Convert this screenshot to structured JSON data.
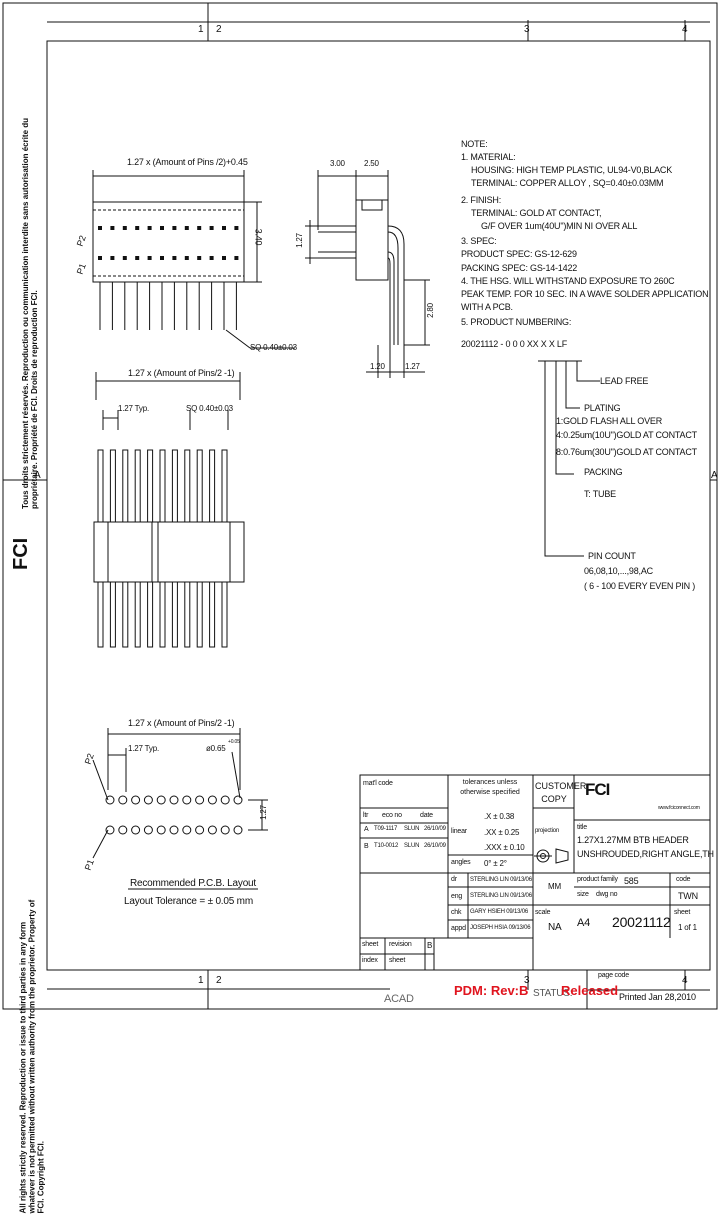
{
  "frame": {
    "zones_top": [
      "1",
      "2",
      "3",
      "4"
    ],
    "zones_bottom": [
      "1",
      "2",
      "3",
      "4"
    ],
    "side_letter": "A"
  },
  "left_margin": {
    "copyright": "All rights strictly reserved. Reproduction or issue to third parties in any form whatever is not permitted without written authority from the proprietor. Property of FCI. Copyright FCI.",
    "copyright_fr": "Tous droits strictement réservés. Reproduction ou communication interdite sans autorisation écrite du propriétaire. Propriété de FCI. Droits de reproduction FCI.",
    "logo": "FCI"
  },
  "top_view": {
    "dim_length": "1.27 x (Amount of Pins /2)+0.45",
    "dim_height": "3.40",
    "label_pin2": "P2",
    "label_pin1": "P1",
    "dim_sq": "SQ 0.40±0.03"
  },
  "side_view": {
    "dim_300": "3.00",
    "dim_250": "2.50",
    "dim_127": "1.27",
    "dim_280": "2.80",
    "dim_120": "1.20",
    "dim_127b": "1.27"
  },
  "front_view": {
    "dim_length": "1.27 x (Amount of Pins/2 -1)",
    "dim_pitch": "1.27 Typ.",
    "dim_sq": "SQ 0.40±0.03"
  },
  "pcb_layout": {
    "dim_length": "1.27 x (Amount of Pins/2 -1)",
    "dim_pitch": "1.27 Typ.",
    "dim_hole": "ø0.65",
    "dim_hole_tol": "+0.05",
    "dim_row": "1.27",
    "label_pin2": "P2",
    "label_pin1": "P1",
    "caption_title": "Recommended P.C.B. Layout",
    "caption_tol": "Layout Tolerance = ± 0.05 mm"
  },
  "notes": [
    "NOTE:",
    "1. MATERIAL:",
    "HOUSING: HIGH TEMP PLASTIC, UL94-V0,BLACK",
    "TERMINAL: COPPER ALLOY , SQ=0.40±0.03MM",
    "2. FINISH:",
    "TERMINAL: GOLD AT CONTACT,",
    "G/F OVER 1um(40U\")MIN NI OVER ALL",
    "3. SPEC:",
    "PRODUCT SPEC: GS-12-629",
    "PACKING SPEC: GS-14-1422",
    "4. THE HSG. WILL WITHSTAND EXPOSURE TO 260C",
    "PEAK TEMP. FOR 10 SEC. IN A WAVE SOLDER APPLICATION",
    "WITH A PCB.",
    "5. PRODUCT NUMBERING:",
    "20021112 - 0 0 0 XX X X LF"
  ],
  "numbering": {
    "lead_free": "LEAD FREE",
    "plating": "PLATING",
    "plating_1": "1:GOLD FLASH ALL OVER",
    "plating_4": "4:0.25um(10U\")GOLD AT CONTACT",
    "plating_8": "8:0.76um(30U\")GOLD AT CONTACT",
    "packing": "PACKING",
    "packing_t": "T: TUBE",
    "pin_count": "PIN COUNT",
    "pin_count_list": "06,08,10,...,98,AC",
    "pin_count_range": "( 6 - 100 EVERY EVEN PIN )"
  },
  "title_block": {
    "mat_code_label": "mat'l code",
    "rev_col_ltr": "ltr",
    "rev_col_eco": "eco no",
    "rev_col_date": "date",
    "rev_rows": [
      {
        "ltr": "A",
        "eco": "T09-1117",
        "by": "SLUN",
        "date": "26/10/09"
      },
      {
        "ltr": "B",
        "eco": "T10-0012",
        "by": "SLUN",
        "date": "26/10/09"
      }
    ],
    "tolerances_head": "tolerances unless otherwise specified",
    "tol_linear": "linear",
    "tol_x": ".X ± 0.38",
    "tol_xx": ".XX ± 0.25",
    "tol_xxx": ".XXX ± 0.10",
    "tol_angles_label": "angles",
    "tol_angles": "0° ± 2°",
    "customer_copy": "CUSTOMER COPY",
    "projection_label": "projection",
    "website": "www.fciconnect.com",
    "title_label": "title",
    "title_line1": "1.27X1.27MM BTB HEADER",
    "title_line2": "UNSHROUDED,RIGHT ANGLE,TH",
    "drawn_label": "dr",
    "drawn": "STERLING LIN  09/13/06",
    "eng_label": "eng",
    "eng": "STERLING LIN  09/13/06",
    "chk_label": "chk",
    "chk": "GARY HSIEH  09/13/06",
    "appd_label": "appd",
    "appd": "JOSEPH HSIA  09/13/06",
    "units": "MM",
    "scale_label": "scale",
    "scale": "NA",
    "product_family_label": "product family",
    "product_family": "585",
    "code_label": "code",
    "code": "TWN",
    "size_label": "size",
    "dwg_no_label": "dwg no",
    "size": "A4",
    "dwg_no": "20021112",
    "sheet_label": "sheet",
    "sheet": "1 of 1",
    "sheet_rev_label": "sheet",
    "revision_label": "revision",
    "revision": "B",
    "index_label": "index",
    "index_sheet_label": "sheet",
    "page_code_label": "page code",
    "printed": "Printed Jan 28,2010"
  },
  "bottom": {
    "acad": "ACAD",
    "pdm_rev": "PDM: Rev:B",
    "status_label": "STATUS:",
    "status": "Released"
  },
  "colors": {
    "ink": "#111111",
    "status_red": "#e0141e"
  }
}
